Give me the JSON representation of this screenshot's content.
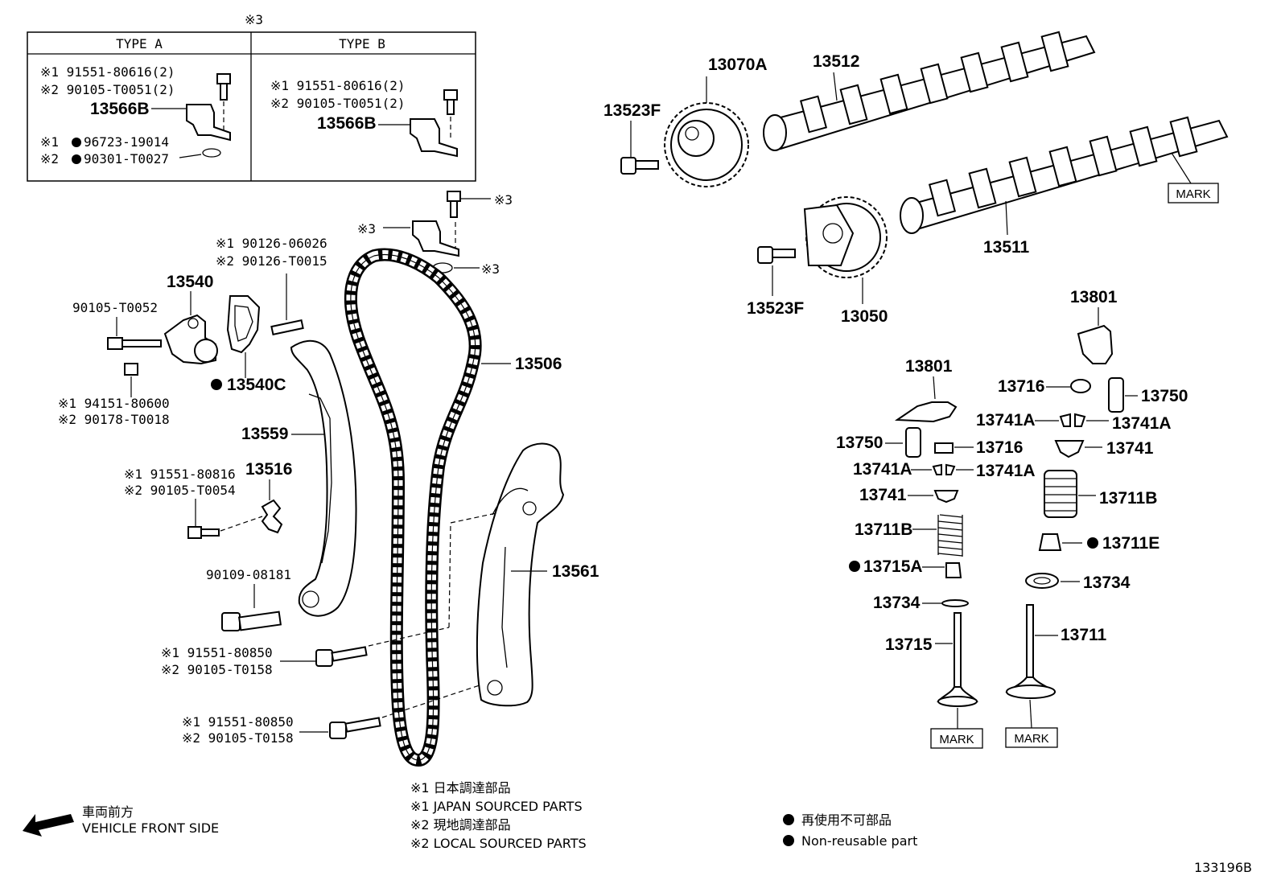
{
  "inset": {
    "header_symbol": "※3",
    "type_a": {
      "title": "TYPE A",
      "line1": "※1 91551-80616(2)",
      "line2": "※2 90105-T0051(2)",
      "part": "13566B",
      "line3_prefix": "※1",
      "line3": "96723-19014",
      "line4_prefix": "※2",
      "line4": "90301-T0027"
    },
    "type_b": {
      "title": "TYPE B",
      "line1": "※1 91551-80616(2)",
      "line2": "※2 90105-T0051(2)",
      "part": "13566B"
    }
  },
  "labels": {
    "sym3_a": "※3",
    "sym3_b": "※3",
    "sym3_c": "※3",
    "p90126_1": "※1 90126-06026",
    "p90126_2": "※2 90126-T0015",
    "p13540": "13540",
    "p90105_t0052": "90105-T0052",
    "p13540c": "13540C",
    "p94151_1": "※1 94151-80600",
    "p94151_2": "※2 90178-T0018",
    "p13559": "13559",
    "p13506": "13506",
    "p91551_80816_1": "※1 91551-80816",
    "p91551_80816_2": "※2 90105-T0054",
    "p13516": "13516",
    "p90109": "90109-08181",
    "p13561": "13561",
    "p91551_80850a_1": "※1 91551-80850",
    "p91551_80850a_2": "※2 90105-T0158",
    "p91551_80850b_1": "※1 91551-80850",
    "p91551_80850b_2": "※2 90105-T0158",
    "p13070a": "13070A",
    "p13512": "13512",
    "p13523f_a": "13523F",
    "p13523f_b": "13523F",
    "p13050": "13050",
    "p13511": "13511",
    "mark_cam": "MARK",
    "p13801_a": "13801",
    "p13801_b": "13801",
    "p13716_a": "13716",
    "p13716_b": "13716",
    "p13750_a": "13750",
    "p13750_b": "13750",
    "p13741a_1": "13741A",
    "p13741a_2": "13741A",
    "p13741a_3": "13741A",
    "p13741a_4": "13741A",
    "p13741_a": "13741",
    "p13741_b": "13741",
    "p13711b_a": "13711B",
    "p13711b_b": "13711B",
    "p13711e": "13711E",
    "p13715a": "13715A",
    "p13734_a": "13734",
    "p13734_b": "13734",
    "p13715": "13715",
    "p13711": "13711",
    "mark_valve_a": "MARK",
    "mark_valve_b": "MARK"
  },
  "footer": {
    "direction_jp": "車両前方",
    "direction_en": "VEHICLE FRONT SIDE",
    "note1_jp": "※1 日本調達部品",
    "note1_en": "※1 JAPAN SOURCED PARTS",
    "note2_jp": "※2 現地調達部品",
    "note2_en": "※2 LOCAL SOURCED PARTS",
    "nonreuse_jp": "再使用不可部品",
    "nonreuse_en": "Non-reusable part",
    "illustration_id": "133196B"
  }
}
